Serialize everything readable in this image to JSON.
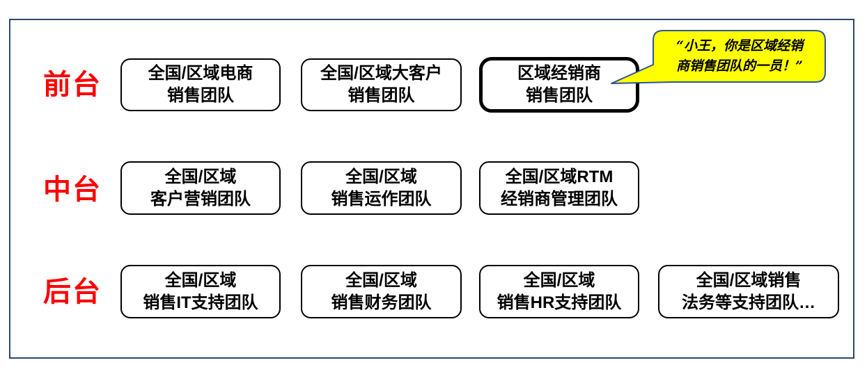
{
  "slide": {
    "rows": [
      {
        "label": "前台",
        "boxes": [
          {
            "lines": [
              "全国/区域电商",
              "销售团队"
            ]
          },
          {
            "lines": [
              "全国/区域大客户",
              "销售团队"
            ]
          },
          {
            "lines": [
              "区域经销商",
              "销售团队"
            ],
            "emphasized": true
          }
        ]
      },
      {
        "label": "中台",
        "boxes": [
          {
            "lines": [
              "全国/区域",
              "客户营销团队"
            ]
          },
          {
            "lines": [
              "全国/区域",
              "销售运作团队"
            ]
          },
          {
            "lines": [
              "全国/区域RTM",
              "经销商管理团队"
            ]
          }
        ]
      },
      {
        "label": "后台",
        "boxes": [
          {
            "lines": [
              "全国/区域",
              "销售IT支持团队"
            ]
          },
          {
            "lines": [
              "全国/区域",
              "销售财务团队"
            ]
          },
          {
            "lines": [
              "全国/区域",
              "销售HR支持团队"
            ]
          },
          {
            "lines": [
              "全国/区域销售",
              "法务等支持团队…"
            ]
          }
        ]
      }
    ],
    "callout": {
      "lines": [
        "“小王，你是区域经销",
        "商销售团队的一员！”"
      ],
      "fill_color": "#FFFF00",
      "border_color": "#2E5395"
    },
    "colors": {
      "row_label": "#FF0000",
      "box_border": "#000000",
      "emphasized_box_border": "#000000",
      "frame_border": "#2D4670",
      "background": "#FFFFFF"
    }
  }
}
